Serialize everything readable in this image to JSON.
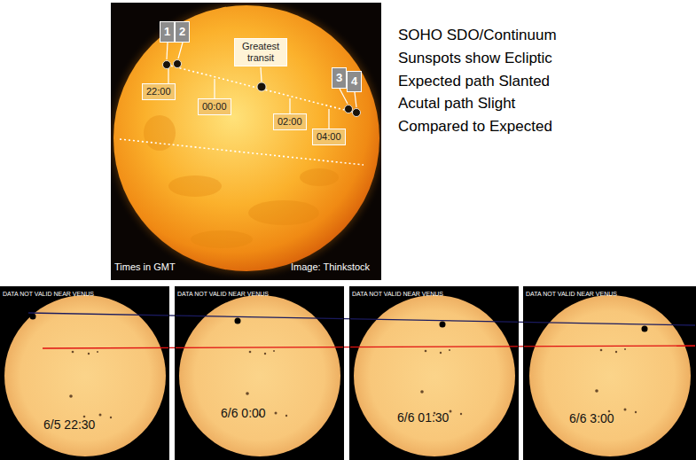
{
  "diagram": {
    "nodes": [
      {
        "text": [
          "1"
        ]
      },
      {
        "text": [
          "2"
        ]
      },
      {
        "text": [
          "Greatest transit"
        ]
      },
      {
        "text": [
          "3"
        ]
      },
      {
        "text": [
          "4"
        ]
      },
      {
        "text": [
          "22:00"
        ]
      },
      {
        "text": [
          "00:00"
        ]
      },
      {
        "text": [
          "02:00"
        ]
      },
      {
        "text": [
          "04:00"
        ]
      },
      {
        "text": [
          "DATA NOT VALID NEAR VENUS",
          "6/5 22:30"
        ]
      },
      {
        "text": [
          "DATA NOT VALID NEAR VENUS",
          "6/6 0:00"
        ]
      },
      {
        "text": [
          "DATA NOT VALID NEAR VENUS",
          "6/6 01:30"
        ]
      },
      {
        "text": [
          "DATA NOT VALID NEAR VENUS",
          "6/6 3:00"
        ]
      }
    ],
    "labels": [
      "Times in GMT",
      "Image: Thinkstock",
      "SOHO SDO/Continuum",
      "Sunspots show Ecliptic",
      "Expected path Slanted",
      "Acutal path Slight",
      "Compared to Expected"
    ]
  }
}
